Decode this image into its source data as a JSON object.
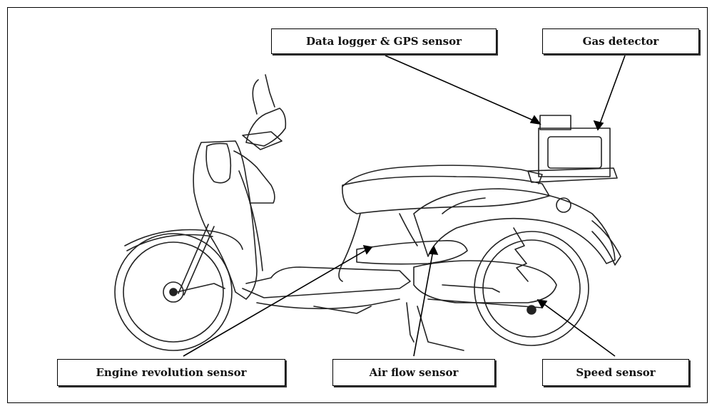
{
  "labels": {
    "data_logger": "Data logger & GPS sensor",
    "gas_detector": "Gas detector",
    "engine_revolution": "Engine revolution sensor",
    "air_flow": "Air flow sensor",
    "speed": "Speed sensor"
  }
}
